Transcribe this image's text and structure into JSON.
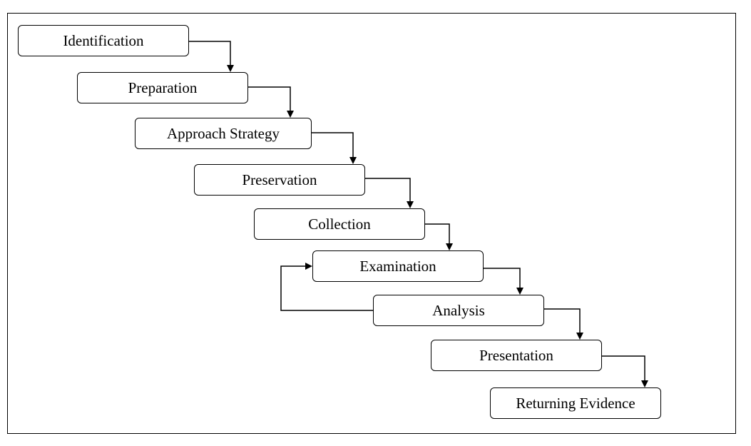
{
  "diagram": {
    "steps": [
      {
        "label": "Identification"
      },
      {
        "label": "Preparation"
      },
      {
        "label": "Approach Strategy"
      },
      {
        "label": "Preservation"
      },
      {
        "label": "Collection"
      },
      {
        "label": "Examination"
      },
      {
        "label": "Analysis"
      },
      {
        "label": "Presentation"
      },
      {
        "label": "Returning Evidence"
      }
    ],
    "loop": {
      "from": "Analysis",
      "to": "Examination"
    }
  }
}
